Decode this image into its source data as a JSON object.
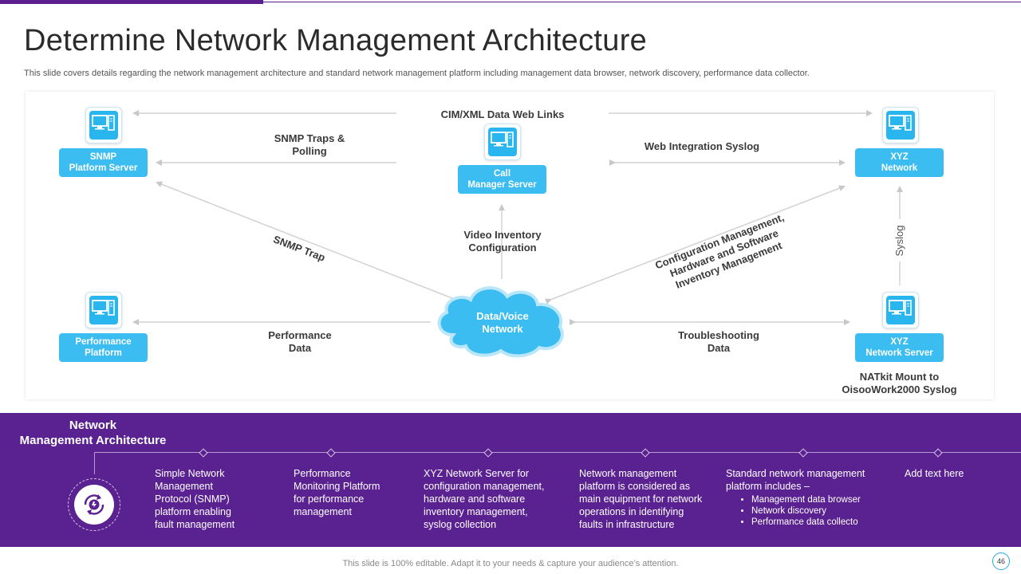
{
  "slide": {
    "title": "Determine Network Management Architecture",
    "subtitle": "This slide covers details regarding the network management architecture and standard network management platform including management data browser, network discovery, performance data collector.",
    "footer_note": "This slide is 100% editable. Adapt it to your needs & capture your audience’s attention.",
    "page_number": "46"
  },
  "diagram": {
    "nodes": {
      "snmp_server": {
        "line1": "SNMP",
        "line2": "Platform Server"
      },
      "call_manager": {
        "line1": "Call",
        "line2": "Manager Server"
      },
      "xyz_network": {
        "line1": "XYZ",
        "line2": "Network"
      },
      "performance_platform": {
        "line1": "Performance",
        "line2": "Platform"
      },
      "xyz_network_server": {
        "line1": "XYZ",
        "line2": "Network Server"
      },
      "data_voice": {
        "line1": "Data/Voice",
        "line2": "Network"
      }
    },
    "labels": {
      "cim_xml": "CIM/XML Data Web Links",
      "snmp_traps_1": "SNMP Traps &",
      "snmp_traps_2": "Polling",
      "web_integration": "Web Integration Syslog",
      "snmp_trap": "SNMP Trap",
      "video_1": "Video Inventory",
      "video_2": "Configuration",
      "config_1": "Configuration Management,",
      "config_2": "Hardware and Software",
      "config_3": "Inventory Management",
      "syslog": "Syslog",
      "perf_1": "Performance",
      "perf_2": "Data",
      "trouble_1": "Troubleshooting",
      "trouble_2": "Data",
      "natkit_1": "NATkit Mount to",
      "natkit_2": "OisooWork2000  Syslog"
    },
    "colors": {
      "node": "#3bbdf2",
      "icon": "#29b6ef",
      "band": "#5a2190"
    }
  },
  "band": {
    "title_1": "Network",
    "title_2": "Management Architecture",
    "icon": "gear-cycle-icon",
    "columns": [
      {
        "lines": [
          "Simple Network",
          "Management",
          "Protocol (SNMP)",
          "platform enabling",
          "fault management"
        ]
      },
      {
        "lines": [
          "Performance",
          "Monitoring Platform",
          "for performance",
          "management"
        ]
      },
      {
        "lines": [
          "XYZ Network Server for",
          "configuration management,",
          "hardware and software",
          "inventory management,",
          "syslog collection"
        ]
      },
      {
        "lines": [
          "Network management",
          "platform is considered as",
          "main equipment for network",
          "operations in identifying",
          "faults in infrastructure"
        ]
      },
      {
        "lines": [
          "Standard network management",
          "platform includes –"
        ],
        "bullets": [
          "Management data browser",
          "Network discovery",
          "Performance data collecto"
        ]
      },
      {
        "lines": [
          "Add text here"
        ]
      }
    ]
  }
}
